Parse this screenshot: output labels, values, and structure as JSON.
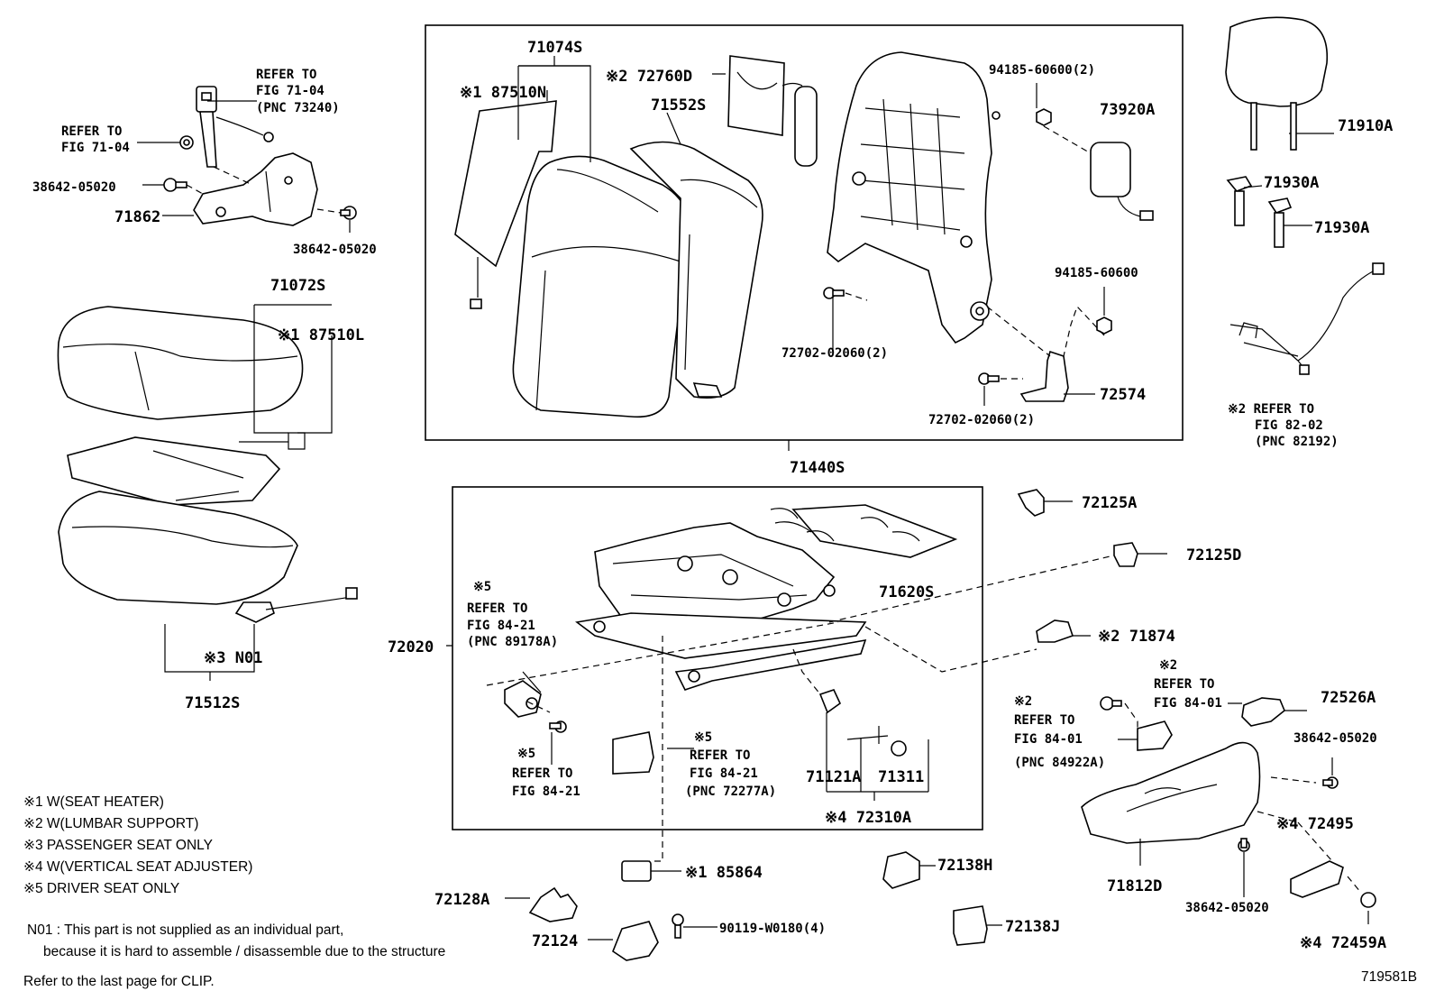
{
  "labels": {
    "p71074S": "71074S",
    "p87510N": "※1 87510N",
    "p72760D": "※2 72760D",
    "p71552S": "71552S",
    "p94185_2": "94185-60600(2)",
    "p73920A": "73920A",
    "p71910A": "71910A",
    "p71930A_1": "71930A",
    "p71930A_2": "71930A",
    "p94185": "94185-60600",
    "p72702_a": "72702-02060(2)",
    "p72574": "72574",
    "p72702_b": "72702-02060(2)",
    "p71440S": "71440S",
    "p71072S": "71072S",
    "p87510L": "※1 87510L",
    "p71862": "71862",
    "p38642_a": "38642-05020",
    "p38642_b": "38642-05020",
    "pN01": "※3 N01",
    "p71512S": "71512S",
    "p72125A": "72125A",
    "p72125D": "72125D",
    "p71620S": "71620S",
    "p72020": "72020",
    "p71874": "※2 71874",
    "p72526A": "72526A",
    "p38642_c": "38642-05020",
    "p72495": "※4 72495",
    "p71812D": "71812D",
    "p38642_d": "38642-05020",
    "p72459A": "※4 72459A",
    "p71121A": "71121A",
    "p71311": "71311",
    "p72310A": "※4 72310A",
    "p85864": "※1 85864",
    "p72128A": "72128A",
    "p72124": "72124",
    "p90119": "90119-W0180(4)",
    "p72138H": "72138H",
    "p72138J": "72138J"
  },
  "refers": {
    "belt": [
      "REFER TO",
      "FIG 71-04",
      "(PNC 73240)"
    ],
    "buckle": [
      "REFER TO",
      "FIG 71-04"
    ],
    "lumbar": [
      "※2 REFER TO",
      "FIG 82-02",
      "(PNC 82192)"
    ],
    "driver_sw": [
      "※5",
      "REFER TO",
      "FIG 84-21",
      "(PNC 89178A)"
    ],
    "bolt_dr": [
      "※5",
      "REFER TO",
      "FIG 84-21"
    ],
    "cover_dr": [
      "※5",
      "REFER TO",
      "FIG 84-21",
      "(PNC 72277A)"
    ],
    "knob_a": [
      "※2",
      "REFER TO",
      "FIG 84-01"
    ],
    "knob_b": [
      "※2",
      "REFER TO",
      "FIG 84-01",
      "(PNC 84922A)"
    ]
  },
  "legend": [
    "※1 W(SEAT HEATER)",
    "※2 W(LUMBAR SUPPORT)",
    "※3 PASSENGER SEAT ONLY",
    "※4 W(VERTICAL SEAT ADJUSTER)",
    "※5 DRIVER SEAT ONLY"
  ],
  "notes": {
    "n01_line1": "N01 : This part is not supplied as an individual part,",
    "n01_line2": "because it is hard to assemble / disassemble due to the structure",
    "clip": "Refer to the last page for CLIP.",
    "figure_id": "719581B"
  }
}
